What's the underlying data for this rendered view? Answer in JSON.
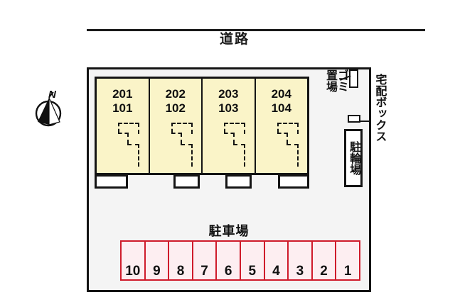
{
  "site_plan": {
    "road": {
      "label": "道路"
    },
    "compass": {
      "north_letter": "N",
      "name": "north-arrow"
    },
    "building": {
      "units": [
        {
          "upper": "201",
          "lower": "101"
        },
        {
          "upper": "202",
          "lower": "102"
        },
        {
          "upper": "203",
          "lower": "103"
        },
        {
          "upper": "204",
          "lower": "104"
        }
      ]
    },
    "facilities": {
      "trash": {
        "col1": "ゴミ",
        "col2": "置場"
      },
      "bike_parking": "駐輪場",
      "delivery_box": "宅配ボックス"
    },
    "parking": {
      "title": "駐車場",
      "stalls": [
        "10",
        "9",
        "8",
        "7",
        "6",
        "5",
        "4",
        "3",
        "2",
        "1"
      ]
    },
    "colors": {
      "unit_fill": "#faf4c8",
      "stall_fill": "#fdeef1",
      "stall_border": "#cf1b2b",
      "site_fill": "#f4f4f4",
      "outline": "#141414"
    }
  }
}
